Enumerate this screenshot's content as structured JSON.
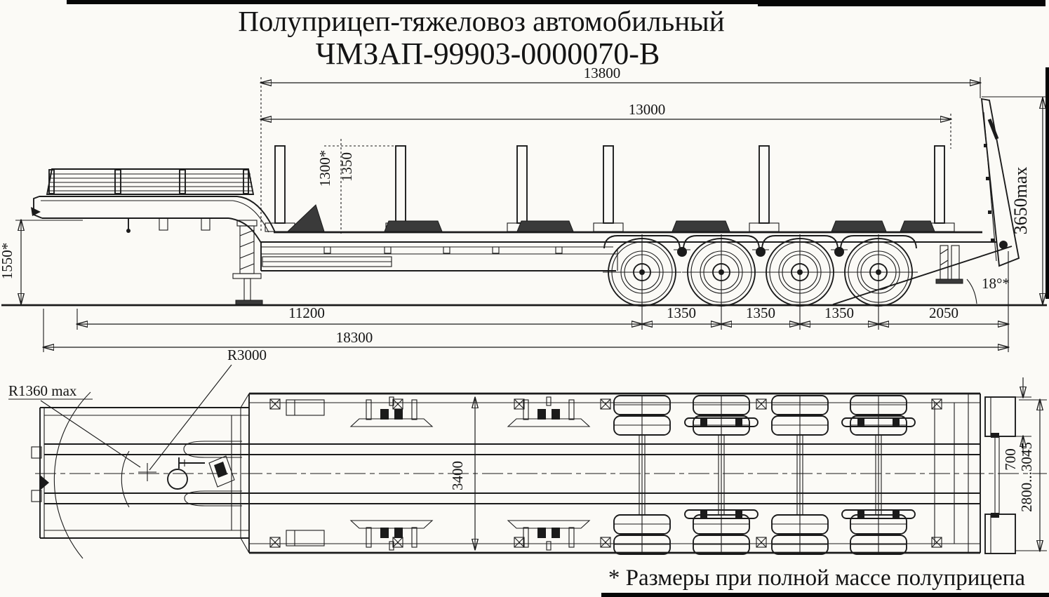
{
  "title": {
    "line1": "Полуприцеп-тяжеловоз автомобильный",
    "line2": "ЧМЗАП-99903-0000070-В"
  },
  "footnote": "* Размеры при полной массе полуприцепа",
  "colors": {
    "ink": "#1b1b1b",
    "paper": "#fbfaf6"
  },
  "side_view": {
    "dims": {
      "overall_upper": "13800",
      "platform_length": "13000",
      "stake_height_laden": "1300*",
      "stake_height": "1350",
      "loading_height_laden": "1550*",
      "ramp_height_max": "3650max",
      "departure_angle": "18°*",
      "front_to_first_axle": "11200",
      "axle_spacings": [
        "1350",
        "1350",
        "1350"
      ],
      "rear_overhang": "2050",
      "overall_length": "18300"
    }
  },
  "plan_view": {
    "dims": {
      "swing_radius": "R3000",
      "front_swing_radius": "R1360 max",
      "platform_width": "3400",
      "ramp_section_width": "700",
      "width_over_tyres": "2800...3045"
    }
  }
}
